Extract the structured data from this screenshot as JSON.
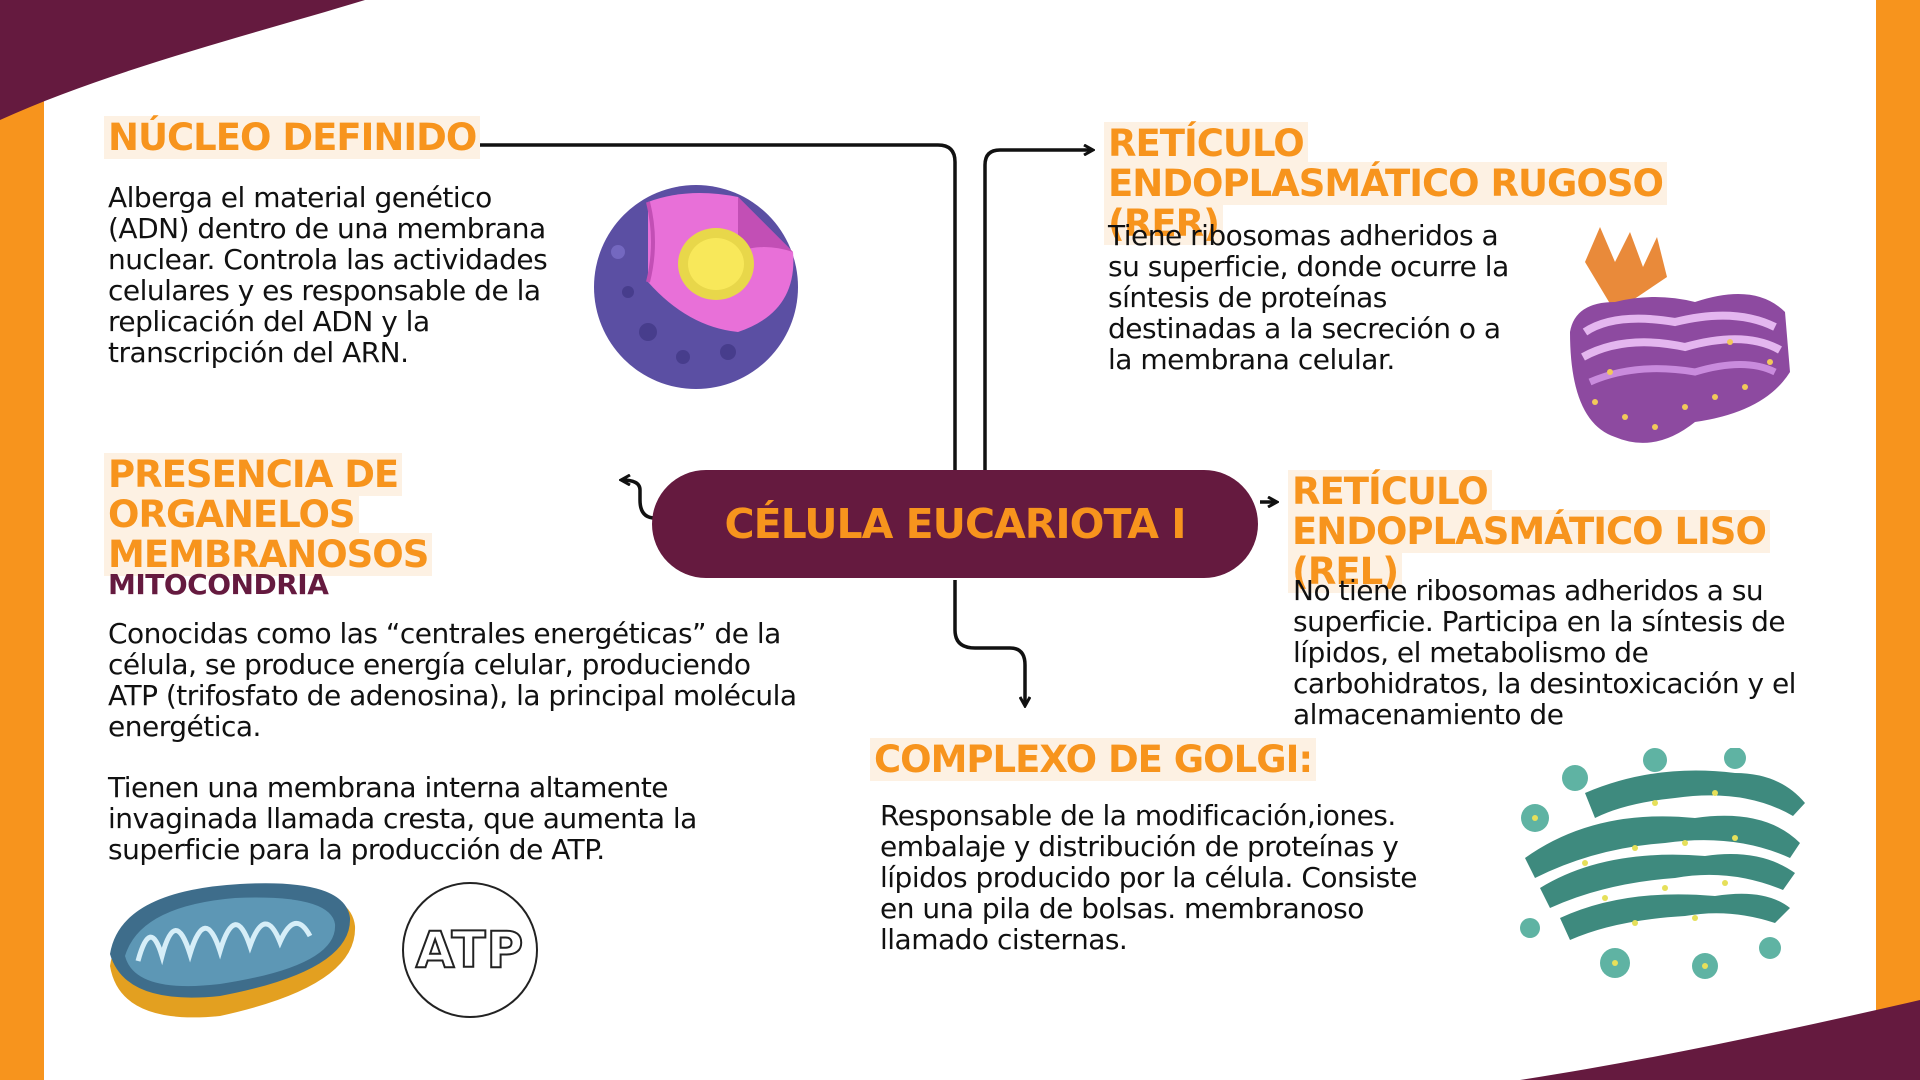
{
  "colors": {
    "accent_orange": "#f7941d",
    "plum": "#651a3f",
    "highlight": "#fdf1e3",
    "text": "#111111"
  },
  "center": {
    "label": "CÉLULA EUCARIOTA I"
  },
  "nucleo": {
    "title": "NÚCLEO DEFINIDO",
    "text": "Alberga el material genético (ADN) dentro de una membrana nuclear. Controla las actividades celulares y es responsable de la replicación del ADN y la transcripción del ARN."
  },
  "organelos": {
    "title": "PRESENCIA DE ORGANELOS MEMBRANOSOS",
    "subtitle": "MITOCONDRIA",
    "text1": "Conocidas como las “centrales energéticas” de la célula, se produce energía celular, produciendo ATP (trifosfato de adenosina), la principal molécula energética.",
    "text2": "Tienen una membrana interna altamente invaginada llamada cresta, que aumenta la superficie para la producción de ATP.",
    "atp_label": "ATP"
  },
  "rer": {
    "title": "RETÍCULO ENDOPLASMÁTICO RUGOSO (RER)",
    "text": "Tiene ribosomas adheridos a su superficie, donde ocurre la síntesis de proteínas destinadas a la secreción o a la membrana celular."
  },
  "rel": {
    "title": "RETÍCULO ENDOPLASMÁTICO LISO (REL)",
    "text": "No tiene ribosomas adheridos a su superficie. Participa en la síntesis de lípidos, el metabolismo de carbohidratos, la desintoxicación y el almacenamiento de"
  },
  "golgi": {
    "title": "COMPLEXO DE GOLGI:",
    "text": "Responsable de la modificación,iones. embalaje y distribución de proteínas y lípidos producido por la célula. Consiste en una pila de bolsas. membranoso llamado cisternas."
  },
  "icons": [
    "nucleus-icon",
    "rough-er-icon",
    "mitochondria-icon",
    "atp-icon",
    "golgi-icon"
  ]
}
